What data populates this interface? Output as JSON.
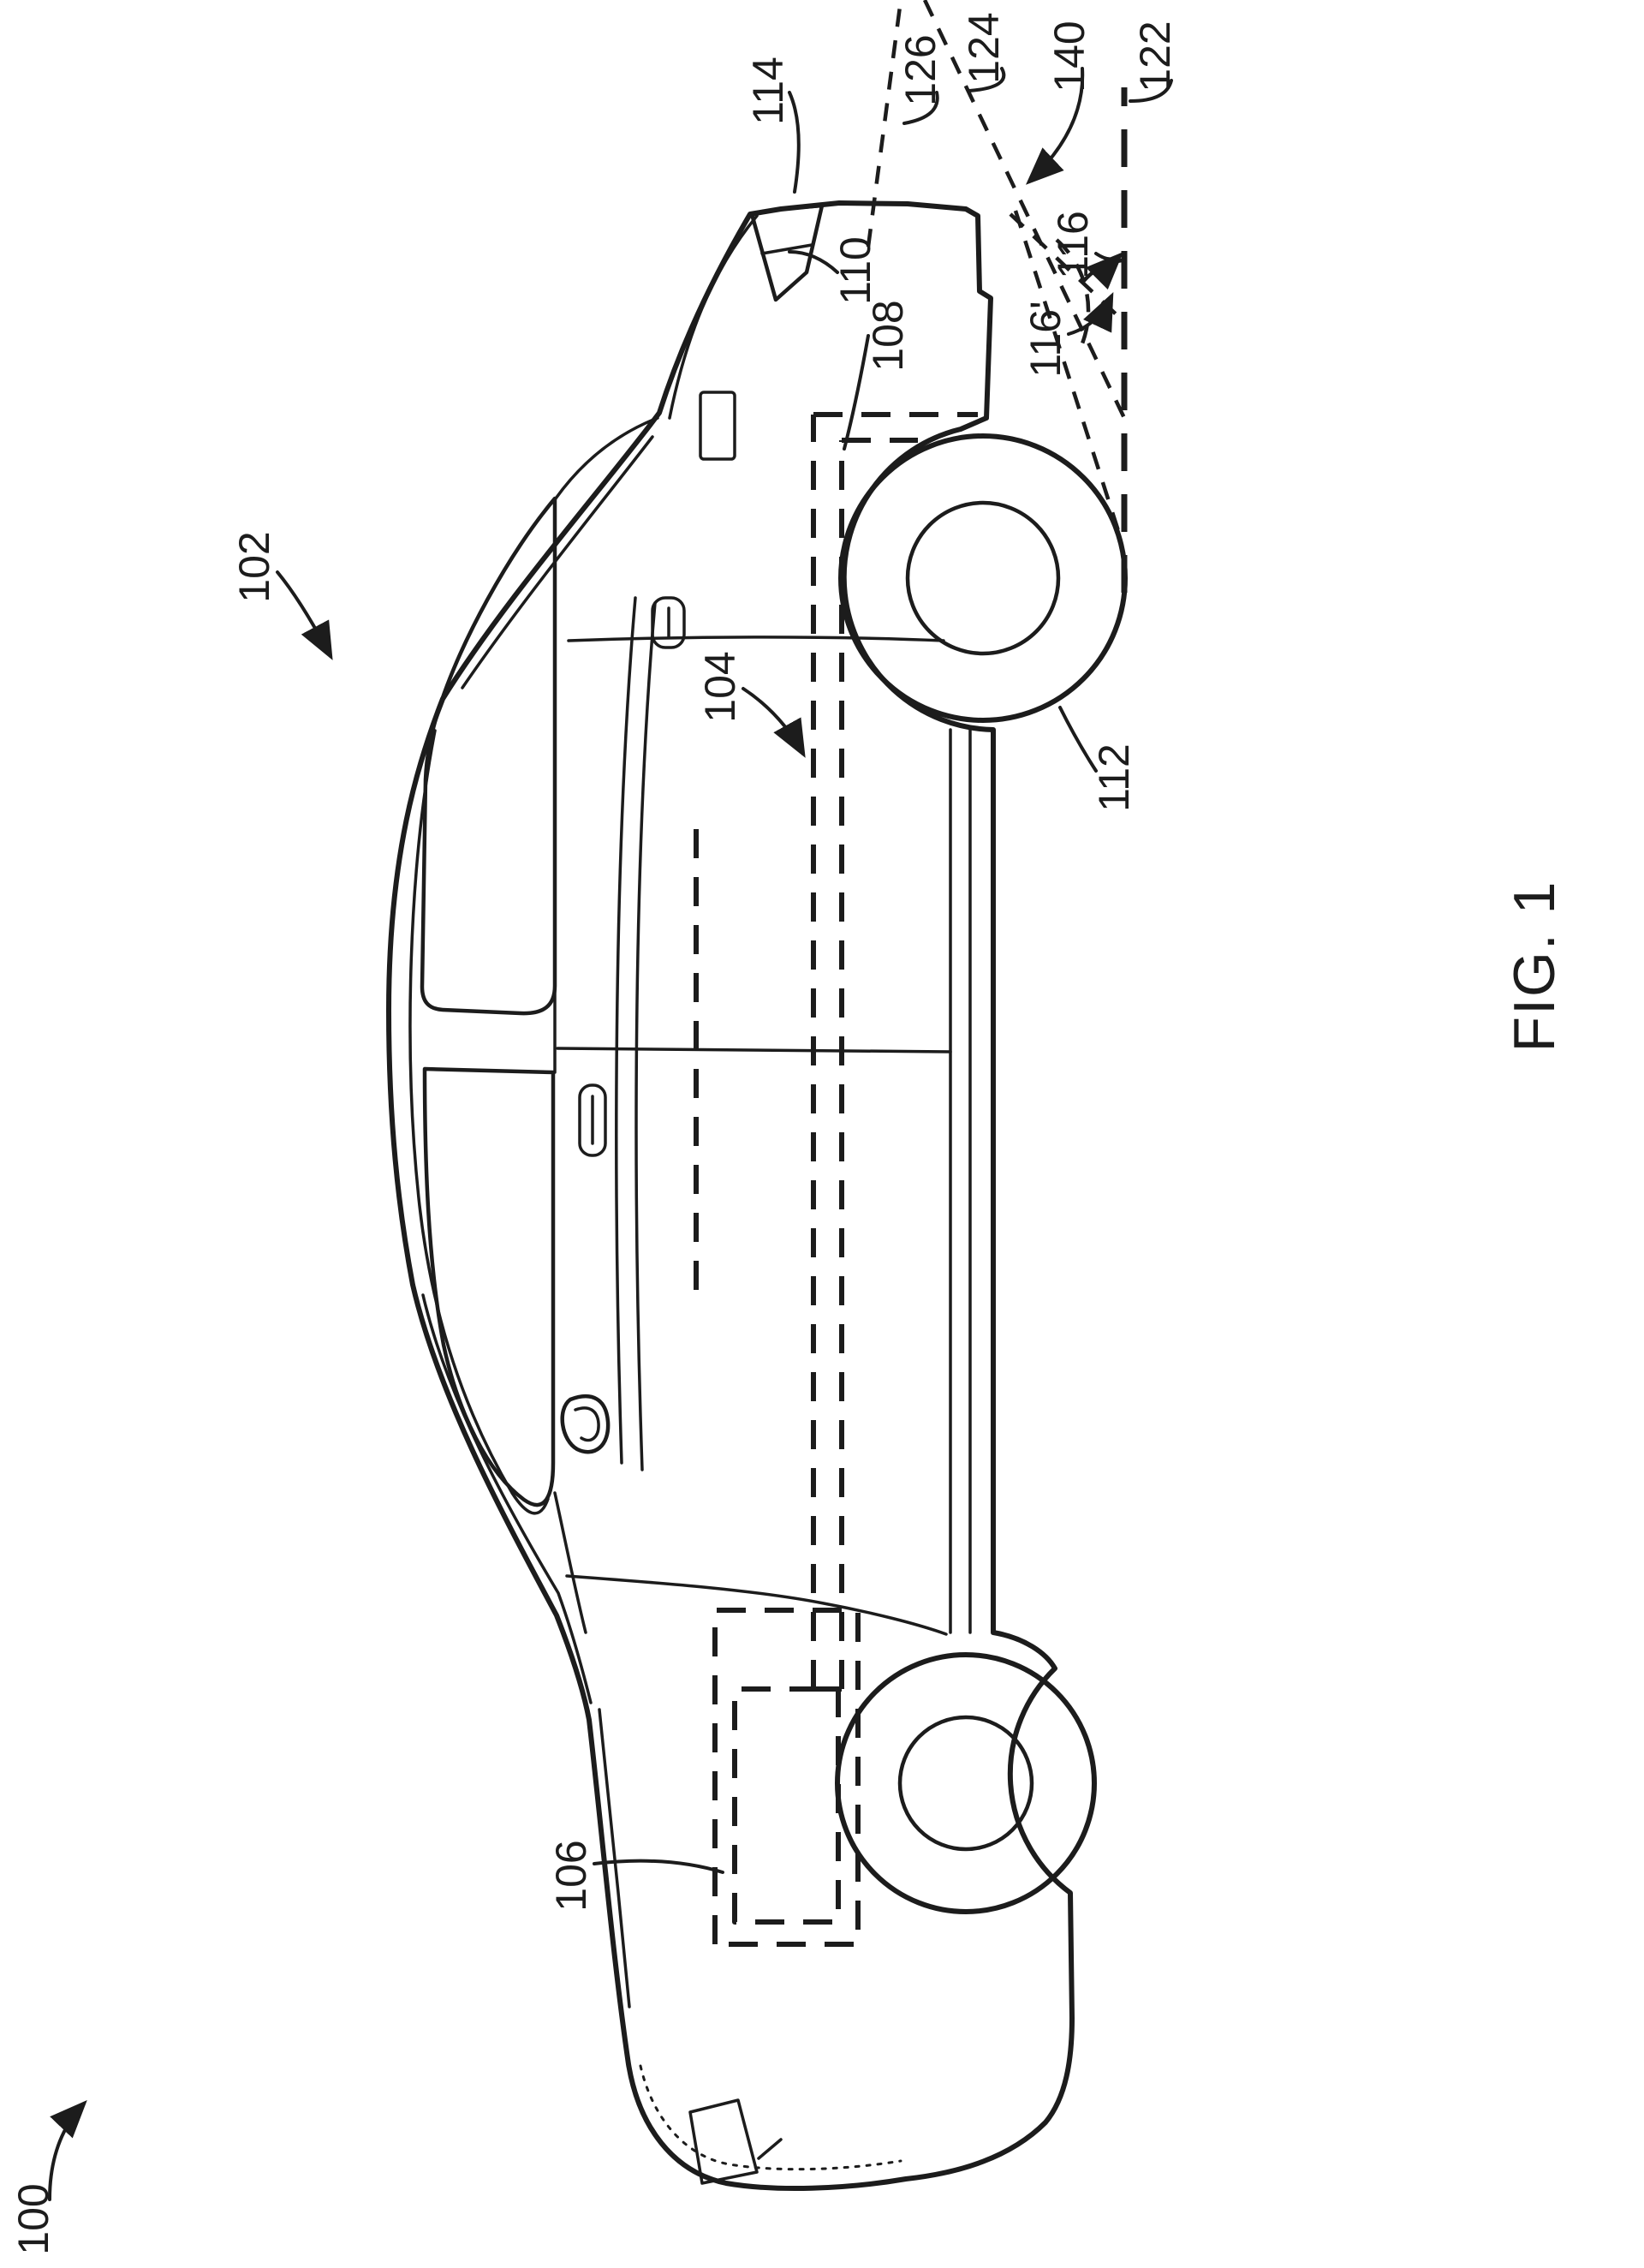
{
  "figure": {
    "caption": "FIG. 1",
    "background_color": "#ffffff",
    "ink_color": "#1c1c1c"
  },
  "reference_labels": {
    "r100": "100",
    "r102": "102",
    "r104": "104",
    "r106": "106",
    "r108": "108",
    "r110": "110",
    "r112": "112",
    "r114": "114",
    "r116": "116",
    "r116p": "116'",
    "r122": "122",
    "r124": "124",
    "r126": "126",
    "r140": "140"
  }
}
